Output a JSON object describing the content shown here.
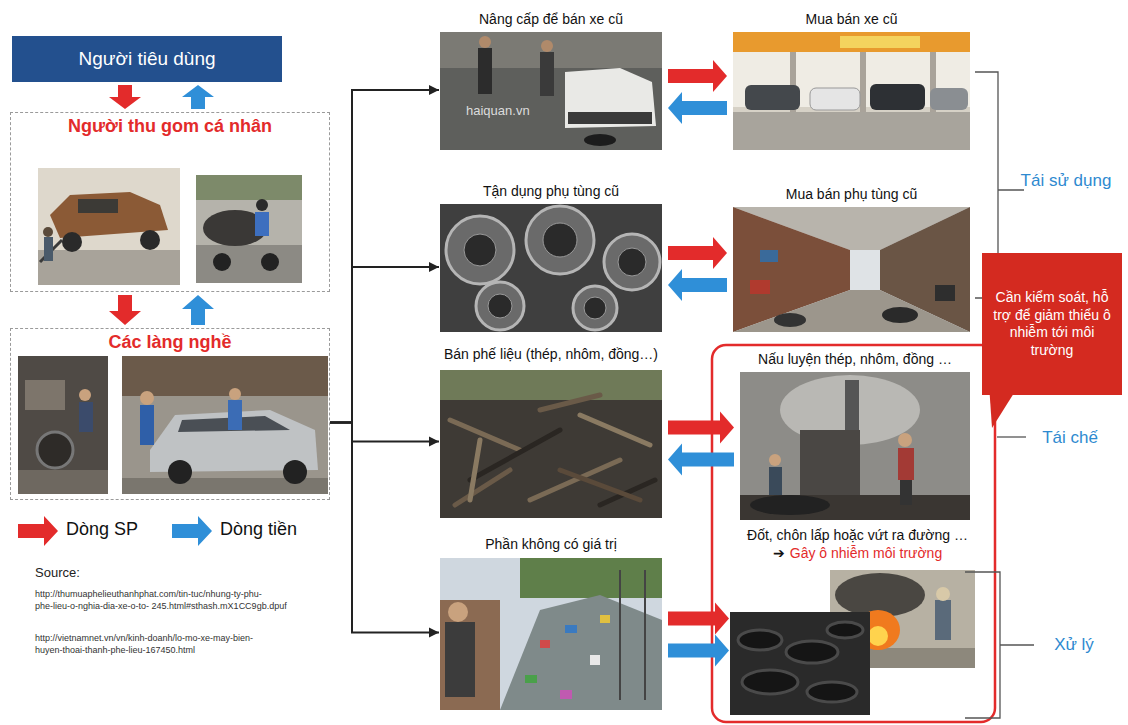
{
  "diagram": {
    "nodes": [
      {
        "text": [
          "Người tiêu dùng"
        ]
      },
      {
        "text": [
          "Người thu gom cá nhân"
        ]
      },
      {
        "text": [
          "Các làng nghề"
        ]
      },
      {
        "text": [
          "Nâng cấp để bán xe cũ"
        ]
      },
      {
        "text": [
          "Mua bán xe cũ"
        ]
      },
      {
        "text": [
          "Tận dụng phụ tùng cũ"
        ]
      },
      {
        "text": [
          "Mua bán phụ tùng cũ"
        ]
      },
      {
        "text": [
          "Bán phế liệu (thép, nhôm, đồng…)"
        ]
      },
      {
        "text": [
          "Nấu luyện thép, nhôm, đồng …"
        ]
      },
      {
        "text": [
          "Phần không có giá trị"
        ]
      },
      {
        "text": [
          "Đốt, chôn lấp hoặc vứt ra đường …",
          "➔",
          "Gây ô nhiễm môi trường"
        ]
      },
      {
        "text": [
          "Cần kiểm soát, hỗ trợ để giảm thiểu ô nhiễm tới môi trường"
        ]
      }
    ],
    "edges": [
      {
        "from": 0,
        "to": 1,
        "arrow": "to"
      },
      {
        "from": 1,
        "to": 0,
        "arrow": "to"
      },
      {
        "from": 1,
        "to": 2,
        "arrow": "to"
      },
      {
        "from": 2,
        "to": 1,
        "arrow": "to"
      },
      {
        "from": 2,
        "to": 3,
        "arrow": "to"
      },
      {
        "from": 2,
        "to": 5,
        "arrow": "to"
      },
      {
        "from": 2,
        "to": 7,
        "arrow": "to"
      },
      {
        "from": 2,
        "to": 9,
        "arrow": "to"
      },
      {
        "from": 3,
        "to": 4,
        "arrow": "to"
      },
      {
        "from": 4,
        "to": 3,
        "arrow": "to"
      },
      {
        "from": 5,
        "to": 6,
        "arrow": "to"
      },
      {
        "from": 6,
        "to": 5,
        "arrow": "to"
      },
      {
        "from": 7,
        "to": 8,
        "arrow": "to"
      },
      {
        "from": 8,
        "to": 7,
        "arrow": "to"
      },
      {
        "from": 9,
        "to": 10,
        "arrow": "to"
      },
      {
        "from": 9,
        "to": 10,
        "arrow": "to"
      }
    ],
    "labels": [
      "Tái sử dụng",
      "Tái chế",
      "Xử lý",
      "Source:",
      "http://thumuaphelieuthanhphat.com/tin-tuc/nhung-ty-phu- phe-lieu-o-nghia-dia-xe-o-to- 245.html#sthash.mX1CC9gb.dpuf",
      "http://vietnamnet.vn/vn/kinh-doanh/lo-mo-xe-may-bien- huyen-thoai-thanh-phe-lieu-167450.html",
      "haiquan.vn"
    ],
    "legend": [
      {
        "text": "Dòng SP"
      },
      {
        "text": "Dòng tiền"
      }
    ]
  }
}
